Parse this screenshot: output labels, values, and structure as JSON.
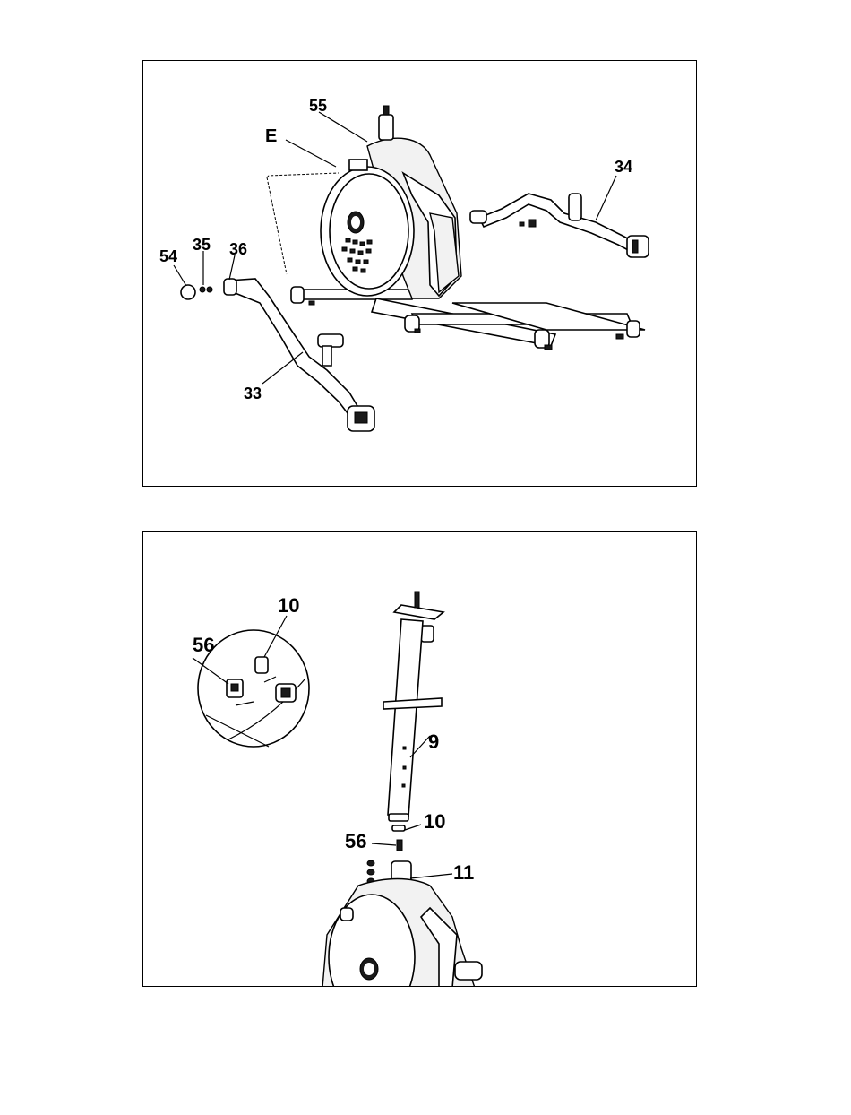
{
  "figure_top": {
    "labels": {
      "l55": "55",
      "lE": "E",
      "l34": "34",
      "l54": "54",
      "l35": "35",
      "l36": "36",
      "l33": "33"
    }
  },
  "figure_bottom": {
    "labels": {
      "l10_detail": "10",
      "l56_detail": "56",
      "l9": "9",
      "l10": "10",
      "l56": "56",
      "l11": "11"
    }
  }
}
